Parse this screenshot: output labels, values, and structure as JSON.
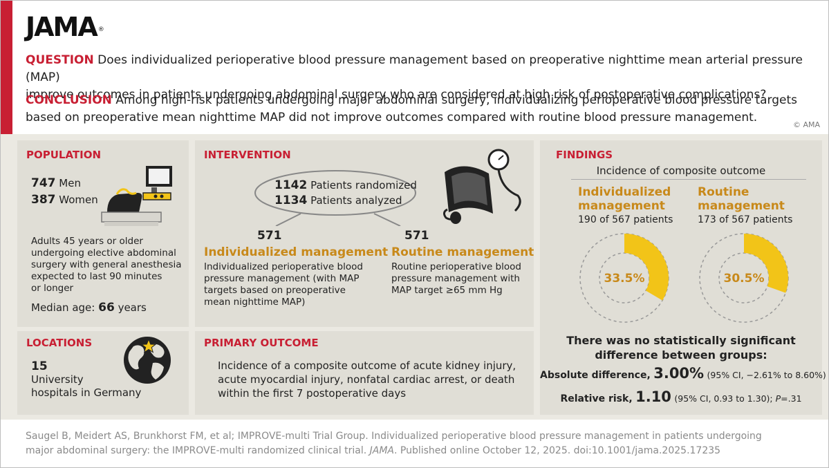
{
  "header": {
    "logo": "JAMA",
    "logo_mark": "®",
    "question_label": "QUESTION",
    "question_line1": "Does individualized perioperative blood pressure management based on preoperative nighttime mean arterial pressure (MAP)",
    "question_line2": "improve outcomes in patients undergoing abdominal surgery who are considered at high risk of postoperative complications?",
    "conclusion_label": "CONCLUSION",
    "conclusion_line1": "Among high-risk patients undergoing major abdominal surgery, individualizing perioperative blood pressure targets",
    "conclusion_line2": "based on preoperative mean nighttime MAP did not improve outcomes compared with routine blood pressure management.",
    "copyright": "© AMA"
  },
  "population": {
    "title": "POPULATION",
    "men_count": "747",
    "men_label": "Men",
    "women_count": "387",
    "women_label": "Women",
    "desc_lines": [
      "Adults 45 years or older",
      "undergoing elective abdominal",
      "surgery with general anesthesia",
      "expected to last 90 minutes",
      "or longer"
    ],
    "median_label": "Median age:",
    "median_value": "66",
    "median_unit": "years"
  },
  "locations": {
    "title": "LOCATIONS",
    "count": "15",
    "lines": [
      "University",
      "hospitals in Germany"
    ]
  },
  "intervention": {
    "title": "INTERVENTION",
    "randomized_count": "1142",
    "randomized_label": "Patients randomized",
    "analyzed_count": "1134",
    "analyzed_label": "Patients analyzed",
    "arms": [
      {
        "count": "571",
        "name": "Individualized management",
        "desc_lines": [
          "Individualized perioperative blood",
          "pressure management (with MAP",
          "targets based on preoperative",
          "mean nighttime MAP)"
        ]
      },
      {
        "count": "571",
        "name": "Routine management",
        "desc_lines": [
          "Routine perioperative blood",
          "pressure management with",
          "MAP target ≥65 mm Hg"
        ]
      }
    ]
  },
  "primary_outcome": {
    "title": "PRIMARY OUTCOME",
    "lines": [
      "Incidence of a composite outcome of acute kidney injury,",
      "acute myocardial injury, nonfatal cardiac arrest, or death",
      "within the first 7 postoperative days"
    ]
  },
  "findings": {
    "title": "FINDINGS",
    "subtitle": "Incidence of composite outcome",
    "groups": [
      {
        "name_line1": "Individualized",
        "name_line2": "management",
        "patients": "190 of 567 patients",
        "percent_label": "33.5%",
        "percent": 33.5
      },
      {
        "name_line1": "Routine",
        "name_line2": "management",
        "patients": "173 of 567 patients",
        "percent_label": "30.5%",
        "percent": 30.5
      }
    ],
    "summary_line1": "There was no statistically significant",
    "summary_line2": "difference between groups:",
    "abs_label": "Absolute difference,",
    "abs_value": "3.00%",
    "abs_ci": "(95% CI, −2.61% to 8.60%)",
    "rr_label": "Relative risk,",
    "rr_value": "1.10",
    "rr_ci": "(95% CI, 0.93 to 1.30);",
    "rr_p_label": "P",
    "rr_p": "=.31"
  },
  "citation": {
    "line1": "Saugel B, Meidert AS, Brunkhorst FM, et al; IMPROVE-multi Trial Group. Individualized perioperative blood pressure management in patients undergoing",
    "line2a": "major abdominal surgery: the IMPROVE-multi randomized clinical trial.",
    "journal": "JAMA",
    "line2b": ". Published online October 12, 2025. doi:10.1001/jama.2025.17235"
  },
  "colors": {
    "brand_red": "#c81f33",
    "accent_gold": "#c8891a",
    "donut_fill": "#f2c418",
    "panel_bg": "#e0ded6"
  }
}
